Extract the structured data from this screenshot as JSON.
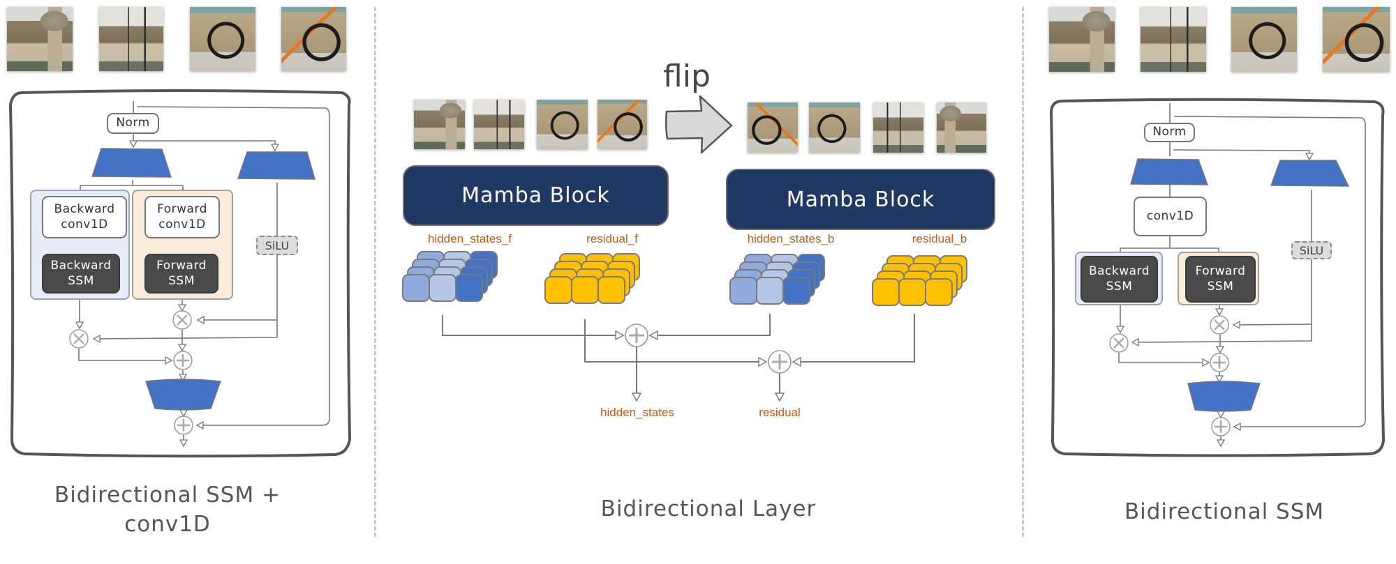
{
  "panels": {
    "left": {
      "title_line1": "Bidirectional SSM +",
      "title_line2": "conv1D",
      "images": [
        {
          "icon": "photo-fountain-left-patch",
          "desc": "fountain spout patch"
        },
        {
          "icon": "photo-fountain-right-patch",
          "desc": "fountain and chairs patch"
        },
        {
          "icon": "photo-bike-wheel-patch",
          "desc": "bike front wheel patch"
        },
        {
          "icon": "photo-bike-frame-patch",
          "desc": "orange bike frame patch"
        }
      ],
      "norm_label": "Norm",
      "backward_conv_label": "Backward\nconv1D",
      "forward_conv_label": "Forward\nconv1D",
      "backward_ssm_label": "Backward\nSSM",
      "forward_ssm_label": "Forward\nSSM",
      "silu_label": "SiLU",
      "ops": {
        "multiply": "×",
        "add": "+"
      }
    },
    "middle": {
      "title": "Bidirectional Layer",
      "flip_label": "flip",
      "input_images": [
        "fountain-left",
        "fountain-right",
        "bike-wheel",
        "bike-frame"
      ],
      "flipped_images": [
        "bike-frame",
        "bike-wheel",
        "fountain-right",
        "fountain-left"
      ],
      "mamba_forward_label": "Mamba Block",
      "mamba_backward_label": "Mamba Block",
      "hidden_states_f": "hidden_states_f",
      "residual_f": "residual_f",
      "hidden_states_b": "hidden_states_b",
      "residual_b": "residual_b",
      "out_hidden_states": "hidden_states",
      "out_residual": "residual"
    },
    "right": {
      "title": "Bidirectional SSM",
      "norm_label": "Norm",
      "conv_label": "conv1D",
      "backward_ssm_label": "Backward\nSSM",
      "forward_ssm_label": "Forward\nSSM",
      "silu_label": "SiLU"
    }
  },
  "colors": {
    "projection_blue": "#4472c4",
    "mamba_navy": "#1f3864",
    "label_orange": "#c55a11",
    "residual_yellow": "#ffc000",
    "hidden_blue_light": "#b4c7e7",
    "hidden_blue_mid": "#8faadc",
    "hidden_blue_dark": "#4472c4",
    "backward_group_bg": "#e6edf9",
    "forward_group_bg": "#fbecd9",
    "ssm_dark": "#4a4a4a",
    "separator": "#c8c8c8"
  }
}
